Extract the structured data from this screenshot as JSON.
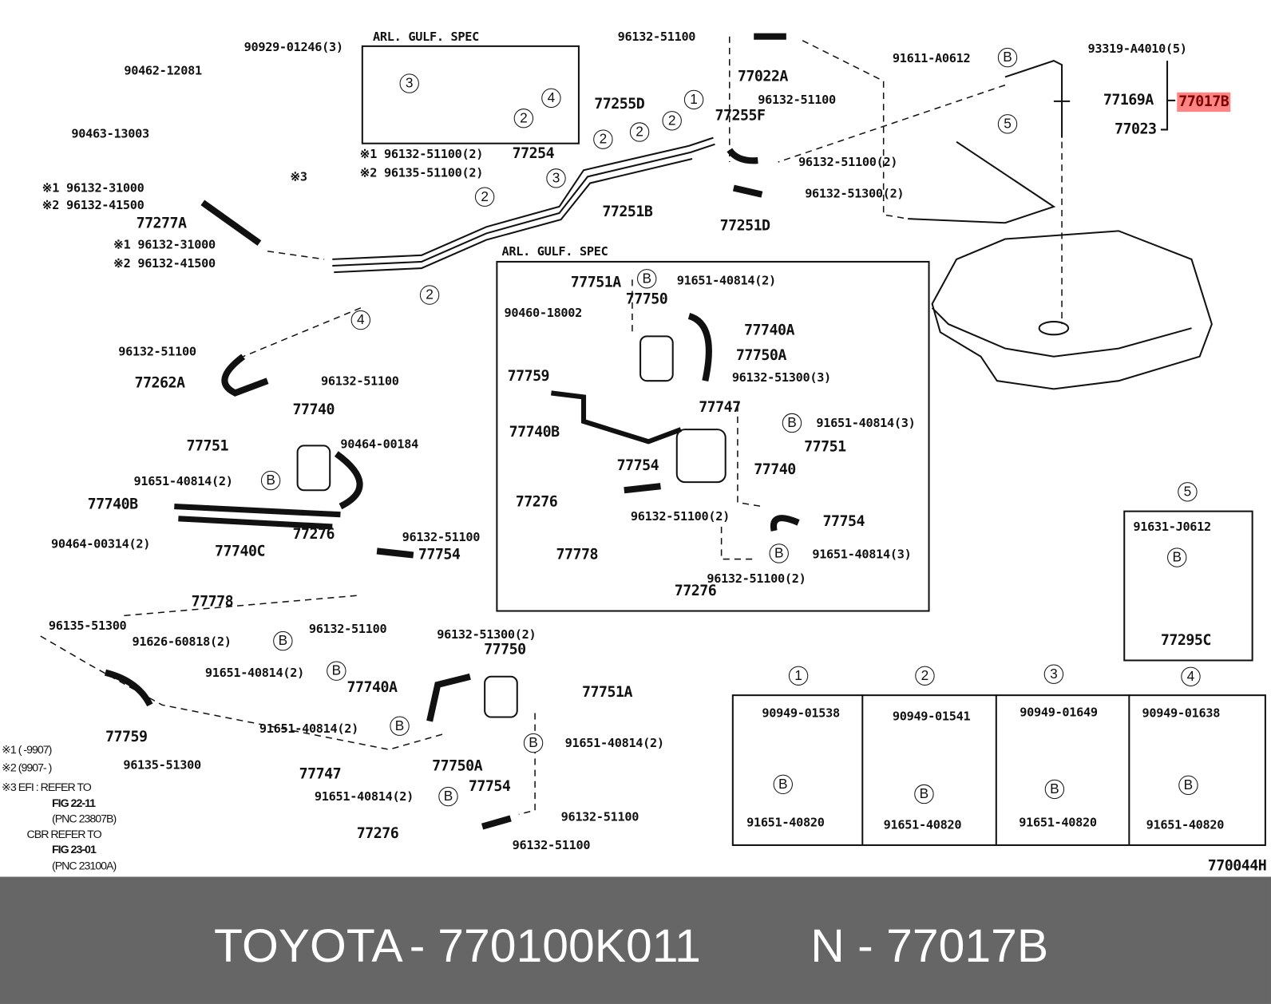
{
  "diagram": {
    "labels": [
      "90929-01246(3)",
      "ARL. GULF. SPEC",
      "90462-12081",
      "90463-13003",
      "※1 96132-31000",
      "※2 96132-41500",
      "77277A",
      "※1 96132-31000",
      "※2 96132-41500",
      "※3",
      "※1 96132-51100(2)",
      "※2 96135-51100(2)",
      "77254",
      "96132-51100",
      "77022A",
      "96132-51100",
      "77255D",
      "77255F",
      "96132-51100(2)",
      "96132-51300(2)",
      "77251B",
      "77251D",
      "91611-A0612",
      "93319-A4010(5)",
      "77169A",
      "77017B",
      "77023",
      "ARL. GULF. SPEC",
      "77751A",
      "91651-40814(2)",
      "90460-18002",
      "77750",
      "77740A",
      "77750A",
      "96132-51300(3)",
      "77759",
      "77747",
      "77740B",
      "91651-40814(3)",
      "77751",
      "77754",
      "77740",
      "77276",
      "96132-51100(2)",
      "77754",
      "77778",
      "91651-40814(3)",
      "96132-51100(2)",
      "77276",
      "96132-51100",
      "77262A",
      "96132-51100",
      "77740",
      "77751",
      "90464-00184",
      "91651-40814(2)",
      "77740B",
      "90464-00314(2)",
      "77740C",
      "77276",
      "96132-51100",
      "77754",
      "77778",
      "96135-51300",
      "91626-60818(2)",
      "96132-51100",
      "91651-40814(2)",
      "96132-51300(2)",
      "77750",
      "77740A",
      "77751A",
      "91651-40814(2)",
      "91651-40814(2)",
      "77759",
      "96135-51300",
      "77747",
      "77750A",
      "91651-40814(2)",
      "77754",
      "96132-51100",
      "77276",
      "96132-51100",
      "91631-J0612",
      "77295C",
      "90949-01538",
      "90949-01541",
      "90949-01649",
      "90949-01638",
      "91651-40820",
      "91651-40820",
      "91651-40820",
      "91651-40820",
      "770044H"
    ],
    "markers": [
      "3",
      "2",
      "4",
      "1",
      "2",
      "2",
      "2",
      "3",
      "2",
      "2",
      "4",
      "B",
      "5",
      "B",
      "B",
      "B",
      "B",
      "B",
      "B",
      "B",
      "B",
      "B",
      "5",
      "B",
      "1",
      "2",
      "3",
      "4",
      "B",
      "B",
      "B",
      "B"
    ],
    "highlight_part": "77017B",
    "highlight_color": "#ff8585",
    "footnotes": [
      "※1 (      -9907)",
      "※2 (9907-      )",
      "※3 EFI : REFER TO",
      "FIG 22-11",
      "(PNC 23807B)",
      "CBR REFER TO",
      "FIG 23-01",
      "(PNC 23100A)"
    ]
  },
  "footer": {
    "brand": "TOYOTA",
    "sep": "-",
    "part_number": "770100K011",
    "ref": "N - 77017B"
  }
}
